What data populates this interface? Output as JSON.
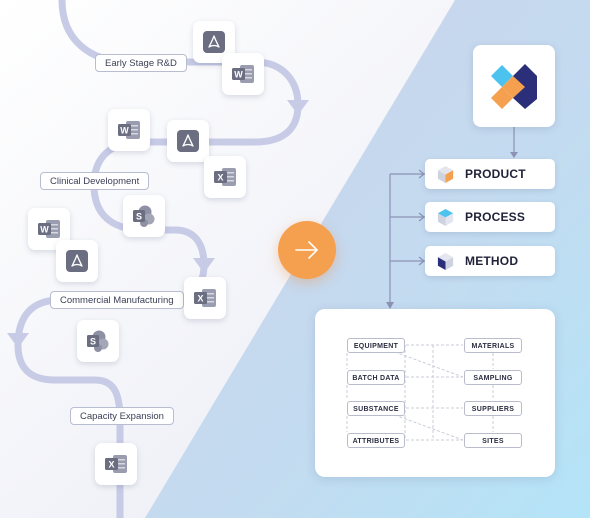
{
  "stages": [
    {
      "id": "early",
      "label": "Early Stage R&D"
    },
    {
      "id": "clinical",
      "label": "Clinical Development"
    },
    {
      "id": "commercial",
      "label": "Commercial Manufacturing"
    },
    {
      "id": "capacity",
      "label": "Capacity Expansion"
    }
  ],
  "files": [
    {
      "name": "pdf-file-icon",
      "kind": "pdf"
    },
    {
      "name": "word-file-icon",
      "kind": "word"
    },
    {
      "name": "word-file-icon",
      "kind": "word"
    },
    {
      "name": "pdf-file-icon",
      "kind": "pdf"
    },
    {
      "name": "excel-file-icon",
      "kind": "excel"
    },
    {
      "name": "sharepoint-file-icon",
      "kind": "sharepoint"
    },
    {
      "name": "word-file-icon",
      "kind": "word"
    },
    {
      "name": "pdf-file-icon",
      "kind": "pdf"
    },
    {
      "name": "excel-file-icon",
      "kind": "excel"
    },
    {
      "name": "sharepoint-file-icon",
      "kind": "sharepoint"
    },
    {
      "name": "excel-file-icon",
      "kind": "excel"
    }
  ],
  "entities": [
    {
      "label": "PRODUCT",
      "cube_color": "#f5a04f"
    },
    {
      "label": "PROCESS",
      "cube_color": "#4cc3ef"
    },
    {
      "label": "METHOD",
      "cube_color": "#2b2f7a"
    }
  ],
  "data_items": {
    "left": [
      "EQUIPMENT",
      "BATCH DATA",
      "SUBSTANCE",
      "ATTRIBUTES"
    ],
    "right": [
      "MATERIALS",
      "SAMPLING",
      "SUPPLIERS",
      "SITES"
    ]
  },
  "colors": {
    "orange": "#f5a04f",
    "blue": "#4cc3ef",
    "navy": "#2b2f7a",
    "icon_gray": "#6b6e80",
    "path": "#c7cbe6"
  }
}
